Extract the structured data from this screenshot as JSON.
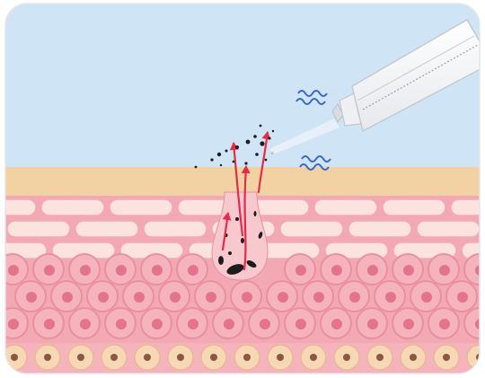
{
  "illustration": {
    "subject": "skin-cross-section-pore-cleansing",
    "colors": {
      "sky": "#cfe5f6",
      "surface_band": "#f2d2a3",
      "dermis": "#f2a9b3",
      "dermis_shadow": "#e88f9e",
      "cell_fill": "#f5b4bd",
      "cell_ring": "#ea8f9e",
      "nucleus": "#e3748a",
      "brick_fill": "#fde3df",
      "brick_stroke": "#f3aab4",
      "basal_cell": "#f6d8b7",
      "basal_dot": "#8b5a3c",
      "pore": "#f7c8ce",
      "arrow": "#e52b4a",
      "debris": "#1c1c1c",
      "vibration": "#3a66c4",
      "device_body": "#f4f5f7",
      "device_stroke": "#c9cdd4"
    },
    "icons": [
      "ultrasonic-skin-scrubber",
      "vibration-wave",
      "extraction-arrow"
    ]
  }
}
